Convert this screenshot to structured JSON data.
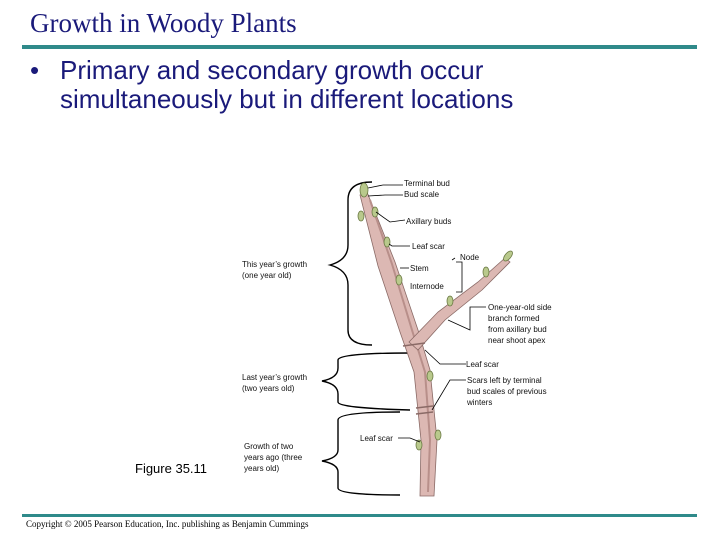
{
  "slide": {
    "title": "Growth in Woody Plants",
    "bullet_marker": "•",
    "bullet_text": "Primary and secondary growth occur simultaneously but in different locations"
  },
  "figure": {
    "labels": {
      "terminal_bud": "Terminal bud",
      "bud_scale": "Bud scale",
      "axillary_buds": "Axillary buds",
      "leaf_scar_1": "Leaf scar",
      "node": "Node",
      "stem": "Stem",
      "internode": "Internode",
      "this_years_growth_1": "This year’s growth",
      "this_years_growth_2": "(one year old)",
      "side_branch_1": "One-year-old side",
      "side_branch_2": "branch formed",
      "side_branch_3": "from axillary bud",
      "side_branch_4": "near shoot apex",
      "leaf_scar_2": "Leaf scar",
      "last_years_growth_1": "Last year’s growth",
      "last_years_growth_2": "(two years old)",
      "scars_1": "Scars left by terminal",
      "scars_2": "bud scales of previous",
      "scars_3": "winters",
      "leaf_scar_3": "Leaf scar",
      "two_years_ago_1": "Growth of two",
      "two_years_ago_2": "years ago (three",
      "two_years_ago_3": "years old)"
    },
    "caption": "Figure 35.11"
  },
  "footer": {
    "copyright": "Copyright © 2005 Pearson Education, Inc. publishing as Benjamin Cummings"
  },
  "colors": {
    "title_text": "#1a1a7a",
    "rule": "#2f8a8a",
    "stem_fill": "#dcb8b3",
    "stem_shade": "#b88f8a",
    "bud_fill": "#b9c98c"
  }
}
